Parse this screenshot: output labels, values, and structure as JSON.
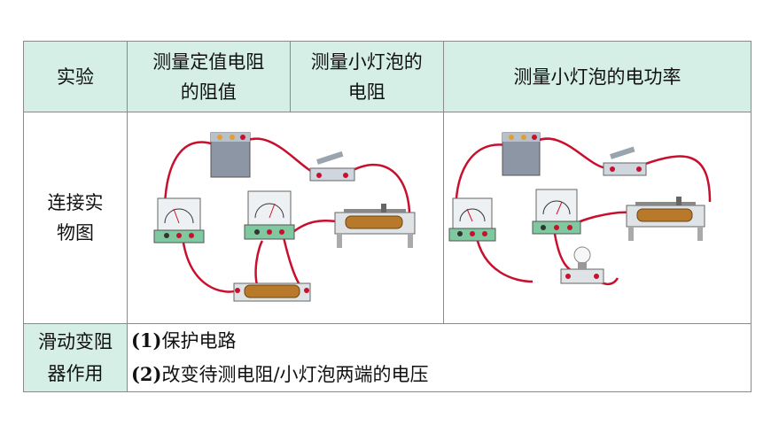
{
  "table": {
    "header": {
      "col1": "实验",
      "col2_line1": "测量定值电阻",
      "col2_line2": "的阻值",
      "col3_line1": "测量小灯泡的",
      "col3_line2": "电阻",
      "col4": "测量小灯泡的电功率"
    },
    "row_diagram": {
      "label_line1": "连接实",
      "label_line2": "物图"
    },
    "row_rheostat": {
      "label_line1": "滑动变阻",
      "label_line2": "器作用",
      "item1_num": "(1)",
      "item1_text": "保护电路",
      "item2_num": "(2)",
      "item2_text": "改变待测电阻/小灯泡两端的电压"
    }
  },
  "colors": {
    "header_bg": "#d6efe6",
    "border": "#8a8a8a",
    "wire": "#c8102e"
  }
}
